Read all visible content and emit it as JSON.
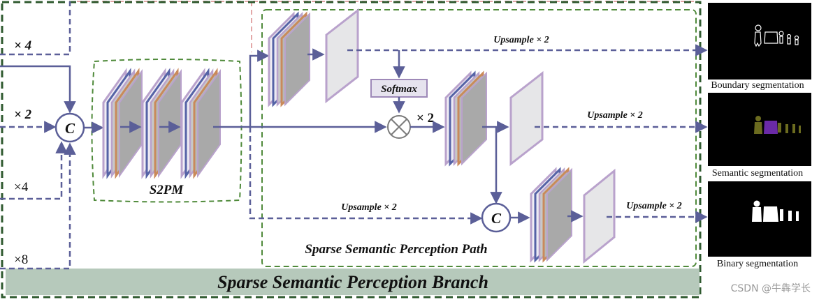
{
  "branch": {
    "title": "Sparse Semantic Perception Branch"
  },
  "path": {
    "title": "Sparse Semantic Perception Path"
  },
  "module": {
    "s2pm_label": "S2PM"
  },
  "ops": {
    "concat_symbol": "C",
    "multiply_symbol": "⊗",
    "softmax_label": "Softmax",
    "upsample_label": "Upsample × 2",
    "times_two_label": "× 2"
  },
  "inputs": [
    {
      "label": "× 4",
      "style": "dashed"
    },
    {
      "label": "× 2",
      "style": "dashed"
    },
    {
      "label": "×4",
      "style": "dashed"
    },
    {
      "label": "×8",
      "style": "dashed"
    }
  ],
  "outputs": [
    {
      "label": "Boundary segmentation",
      "kind": "boundary"
    },
    {
      "label": "Semantic segmentation",
      "kind": "semantic"
    },
    {
      "label": "Binary segmentation",
      "kind": "binary"
    }
  ],
  "watermark": "CSDN @牛犇学长",
  "colors": {
    "arrow": "#5b5f98",
    "dashed_box": "#4f8a3a",
    "outer_frame": "#2f5a2f",
    "branch_bar": "#b6c9bb",
    "softmax_fill": "#e6e3ee",
    "softmax_border": "#9e89b8",
    "layer_lilac": "#b9a2cc",
    "layer_blue": "#5563a6",
    "layer_orange": "#c98a5a",
    "layer_gray": "#9e9e9e",
    "pink_dash": "#e3a8a8"
  }
}
